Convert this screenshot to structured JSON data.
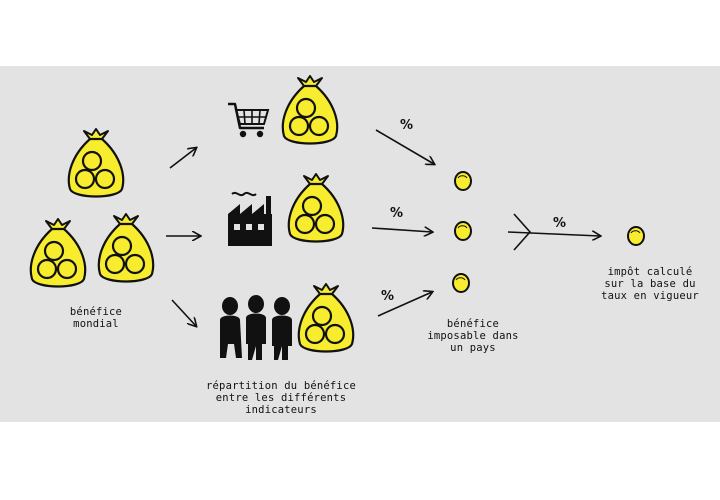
{
  "colors": {
    "background": "#e3e3e3",
    "bag_fill": "#f7ec2d",
    "ink": "#111111"
  },
  "labels": {
    "global_profit": "bénéfice\nmondial",
    "distribution": "répartition du bénéfice\nentre les différents\nindicateurs",
    "taxable_profit": "bénéfice\nimposable dans\nun pays",
    "tax": "impôt calculé\nsur la base du\ntaux en vigueur"
  },
  "percent_sign": "%",
  "icons": [
    "money-bag-icon",
    "shopping-cart-icon",
    "factory-icon",
    "people-icon",
    "coin-icon",
    "arrow-icon"
  ]
}
